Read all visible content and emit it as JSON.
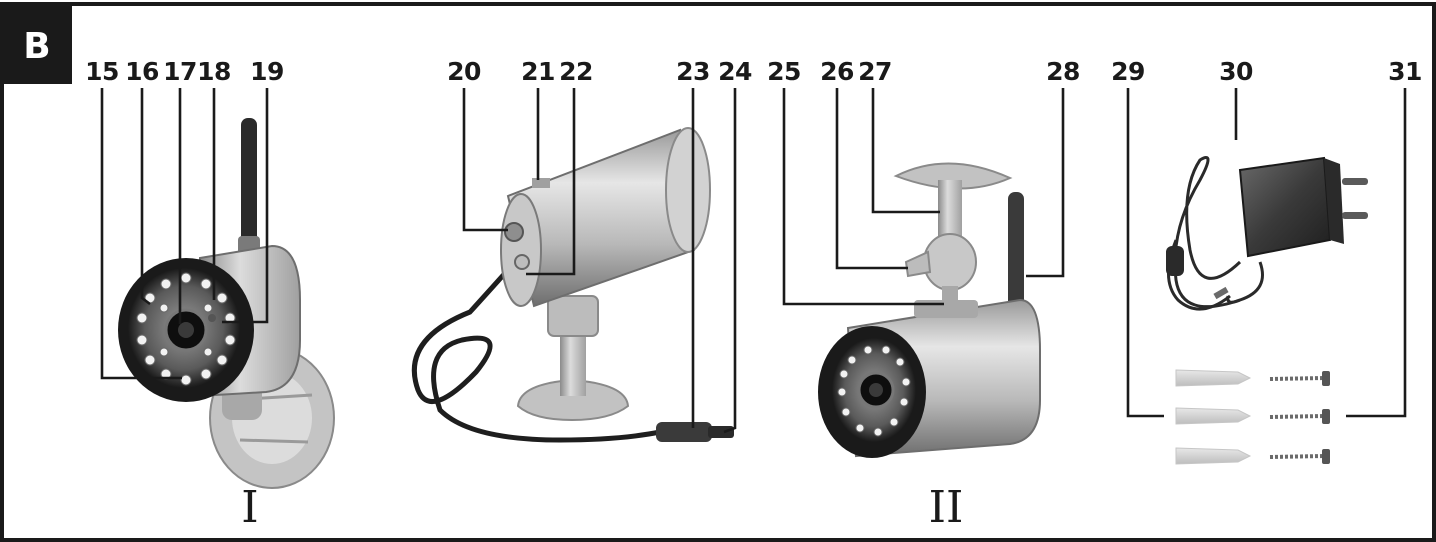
{
  "section_badge": "B",
  "group_labels": [
    "I",
    "II"
  ],
  "callouts": [
    "15",
    "16",
    "17",
    "18",
    "19",
    "20",
    "21",
    "22",
    "23",
    "24",
    "25",
    "26",
    "27",
    "28",
    "29",
    "30",
    "31"
  ],
  "colors": {
    "frame": "#1a1a1a",
    "badge_bg": "#1a1a1a",
    "metal_light": "#e2e2e2",
    "metal_mid": "#b4b4b4",
    "metal_dark": "#7a7a7a",
    "lens": "#1c1c1c",
    "adapter": "#3a3a3a",
    "dowel": "#d2d2d2"
  },
  "icons": [
    "camera-front-icon",
    "camera-rear-icon",
    "camera-mounted-icon",
    "power-adapter-icon",
    "wall-dowel-icon",
    "screw-icon"
  ]
}
